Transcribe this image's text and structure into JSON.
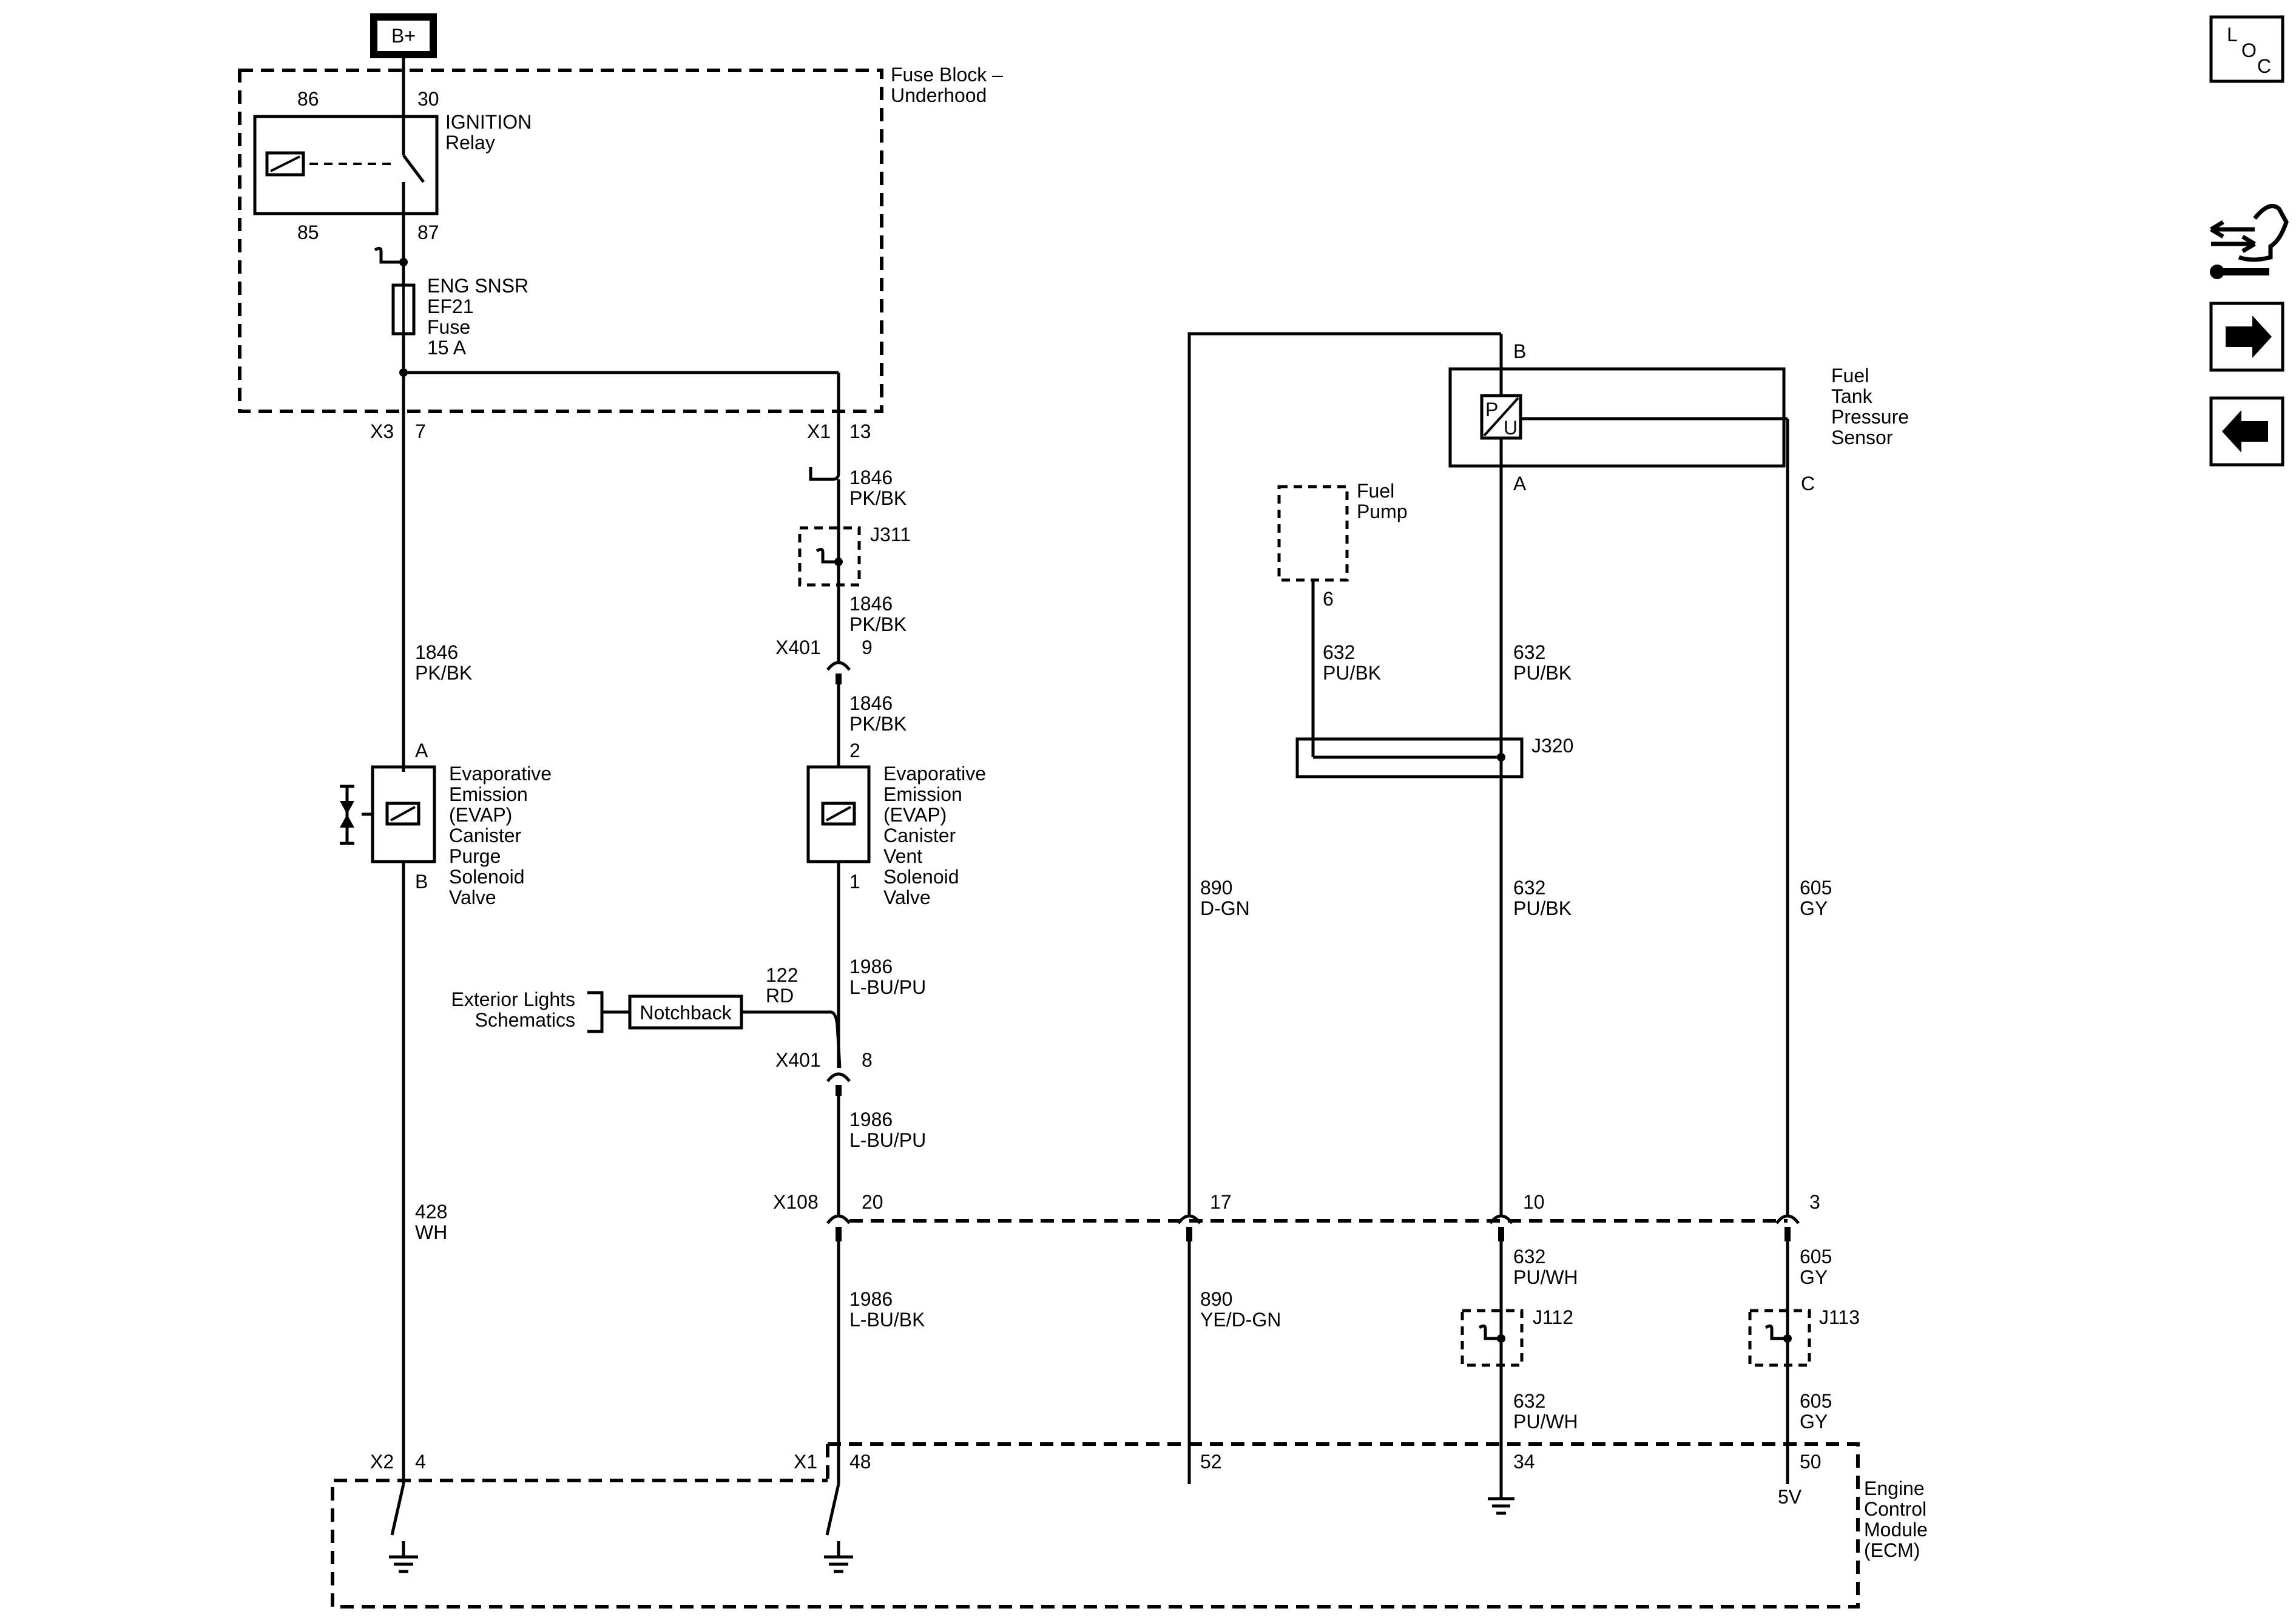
{
  "battery": "B+",
  "fuse_block": {
    "label_1": "Fuse Block –",
    "label_2": "Underhood"
  },
  "relay": {
    "name_1": "IGNITION",
    "name_2": "Relay",
    "pin_86": "86",
    "pin_30": "30",
    "pin_85": "85",
    "pin_87": "87"
  },
  "fuse": {
    "line_1": "ENG SNSR",
    "line_2": "EF21",
    "line_3": "Fuse",
    "line_4": "15 A"
  },
  "connectors": {
    "x3": "X3",
    "x3_pin": "7",
    "x1_top": "X1",
    "x1_top_pin": "13",
    "x401_a": "X401",
    "x401_a_pin": "9",
    "x401_b": "X401",
    "x401_b_pin": "8",
    "x108": "X108",
    "x108_pin_20": "20",
    "x108_pin_17": "17",
    "x108_pin_10": "10",
    "x108_pin_3": "3",
    "x2": "X2",
    "x2_pin": "4",
    "x1_bot": "X1",
    "x1_bot_pin_48": "48",
    "pin_52": "52",
    "pin_34": "34",
    "pin_50": "50"
  },
  "splices": {
    "j311": "J311",
    "j320": "J320",
    "j112": "J112",
    "j113": "J113"
  },
  "wires": {
    "w1846_a_num": "1846",
    "w1846_a_col": "PK/BK",
    "w1846_b_num": "1846",
    "w1846_b_col": "PK/BK",
    "w1846_c_num": "1846",
    "w1846_c_col": "PK/BK",
    "w1846_d_num": "1846",
    "w1846_d_col": "PK/BK",
    "w428_num": "428",
    "w428_col": "WH",
    "w1986_a_num": "1986",
    "w1986_a_col": "L-BU/PU",
    "w1986_b_num": "1986",
    "w1986_b_col": "L-BU/PU",
    "w1986_c_num": "1986",
    "w1986_c_col": "L-BU/BK",
    "w122_num": "122",
    "w122_col": "RD",
    "w890_a_num": "890",
    "w890_a_col": "D-GN",
    "w890_b_num": "890",
    "w890_b_col": "YE/D-GN",
    "w632_a_num": "632",
    "w632_a_col": "PU/BK",
    "w632_b_num": "632",
    "w632_b_col": "PU/BK",
    "w632_c_num": "632",
    "w632_c_col": "PU/BK",
    "w632_d_num": "632",
    "w632_d_col": "PU/WH",
    "w632_e_num": "632",
    "w632_e_col": "PU/WH",
    "w605_a_num": "605",
    "w605_a_col": "GY",
    "w605_b_num": "605",
    "w605_b_col": "GY",
    "w605_c_num": "605",
    "w605_c_col": "GY"
  },
  "purge_valve": {
    "pin_a": "A",
    "pin_b": "B",
    "l1": "Evaporative",
    "l2": "Emission",
    "l3": "(EVAP)",
    "l4": "Canister",
    "l5": "Purge",
    "l6": "Solenoid",
    "l7": "Valve"
  },
  "vent_valve": {
    "pin_2": "2",
    "pin_1": "1",
    "l1": "Evaporative",
    "l2": "Emission",
    "l3": "(EVAP)",
    "l4": "Canister",
    "l5": "Vent",
    "l6": "Solenoid",
    "l7": "Valve"
  },
  "exterior_lights": {
    "l1": "Exterior Lights",
    "l2": "Schematics",
    "variant": "Notchback"
  },
  "fuel_pump": {
    "l1": "Fuel",
    "l2": "Pump",
    "pin": "6"
  },
  "pressure_sensor": {
    "l1": "Fuel",
    "l2": "Tank",
    "l3": "Pressure",
    "l4": "Sensor",
    "pin_b": "B",
    "pin_a": "A",
    "pin_c": "C",
    "symbol_p": "P",
    "symbol_u": "U"
  },
  "ecm": {
    "l1": "Engine",
    "l2": "Control",
    "l3": "Module",
    "l4": "(ECM)",
    "v5": "5V"
  },
  "nav": {
    "loc_l": "L",
    "loc_o": "O",
    "loc_c": "C"
  },
  "icons": [
    "loc-icon",
    "connector-info-icon",
    "next-page-arrow-icon",
    "previous-page-arrow-icon"
  ]
}
